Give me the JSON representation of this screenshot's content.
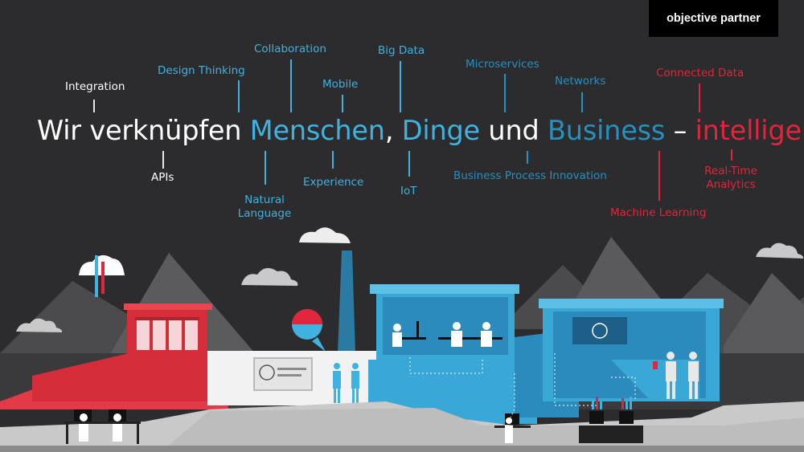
{
  "logo": {
    "text": "objective partner"
  },
  "headline": {
    "part1": "Wir verknüpfen ",
    "menschen": "Menschen",
    "comma": ", ",
    "dinge": "Dinge",
    "und": " und ",
    "business": "Business",
    "dash": " – ",
    "intelligent": "intelligent."
  },
  "tags": {
    "integration": "Integration",
    "design_thinking": "Design Thinking",
    "collaboration": "Collaboration",
    "mobile": "Mobile",
    "big_data": "Big Data",
    "microservices": "Microservices",
    "networks": "Networks",
    "connected_data": "Connected Data",
    "apis": "APIs",
    "natural_language_1": "Natural",
    "natural_language_2": "Language",
    "experience": "Experience",
    "iot": "IoT",
    "bpi": "Business Process Innovation",
    "realtime_1": "Real-Time",
    "realtime_2": "Analytics",
    "machine_learning": "Machine Learning"
  },
  "colors": {
    "background": "#2c2b2d",
    "light_blue": "#3fb2e0",
    "dark_blue": "#2690bf",
    "red": "#e0263c"
  }
}
